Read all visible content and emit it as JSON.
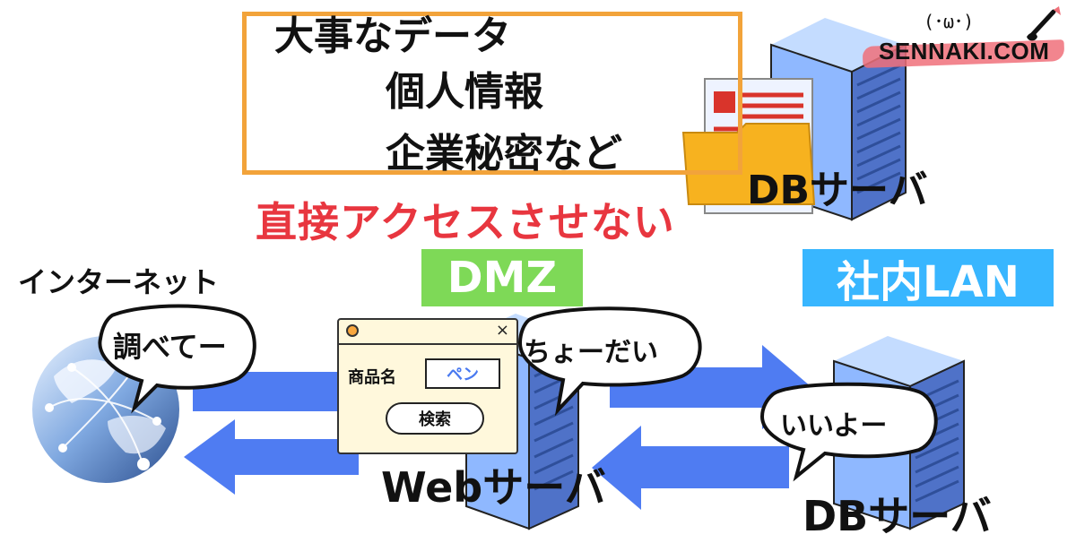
{
  "logo": {
    "text": "SENNAKI.COM",
    "face": "(･ω･)"
  },
  "important_box": {
    "line1": "大事なデータ",
    "line2": "個人情報",
    "line3": "企業秘密など"
  },
  "warning_text": "直接アクセスさせない",
  "db_server_top_label": "DBサーバ",
  "internet_label": "インターネット",
  "dmz_label": "DMZ",
  "lan_label": "社内LAN",
  "bubbles": {
    "internet": "調べてー",
    "web": "ちょーだい",
    "db": "いいよー"
  },
  "dialog": {
    "field_label": "商品名",
    "field_value": "ペン",
    "search_button": "検索",
    "close_glyph": "×"
  },
  "web_server_label": "Webサーバ",
  "db_server_bottom_label": "DBサーバ",
  "colors": {
    "arrow": "#4f7cf2",
    "dmz": "#7ed957",
    "lan": "#38b6ff",
    "box_border": "#f2a33a",
    "warning": "#e8363f",
    "server_light": "#8fb8ff",
    "server_dark": "#4f72c8",
    "globe": "#3a6fb8",
    "logo_brush": "#f0707a"
  },
  "icons": [
    "globe-icon",
    "server-icon",
    "folder-icon",
    "document-icon",
    "speech-bubble-icon",
    "window-icon",
    "close-icon",
    "paintbrush-icon"
  ]
}
